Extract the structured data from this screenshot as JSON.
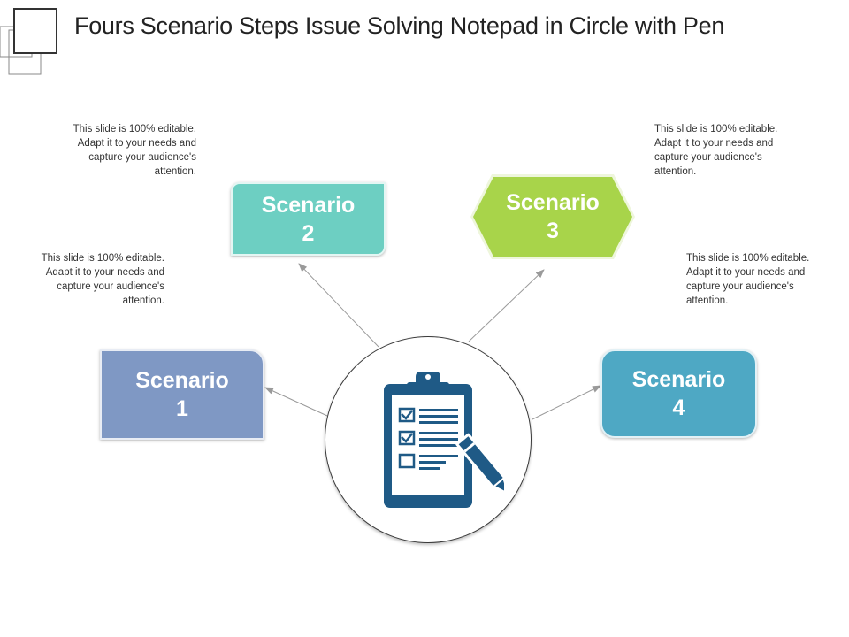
{
  "title": "Fours Scenario Steps Issue Solving Notepad in Circle with Pen",
  "colors": {
    "scenario_1": "#7f98c4",
    "scenario_2": "#6dcfc2",
    "scenario_3": "#a8d44a",
    "scenario_4": "#4ea8c4",
    "icon": "#1f5a86",
    "connector": "#9a9a9a"
  },
  "center": {
    "icon": "clipboard-checklist-with-pen-icon"
  },
  "scenarios": [
    {
      "line1": "Scenario",
      "line2": "1"
    },
    {
      "line1": "Scenario",
      "line2": "2"
    },
    {
      "line1": "Scenario",
      "line2": "3"
    },
    {
      "line1": "Scenario",
      "line2": "4"
    }
  ],
  "descriptions": [
    "This slide is 100% editable. Adapt it to your needs and capture your audience's attention.",
    "This slide is 100% editable. Adapt it to your needs and capture your audience's attention.",
    "This slide is 100% editable. Adapt it to your needs and capture your audience's attention.",
    "This slide is 100% editable. Adapt it to your needs and capture your audience's attention."
  ]
}
